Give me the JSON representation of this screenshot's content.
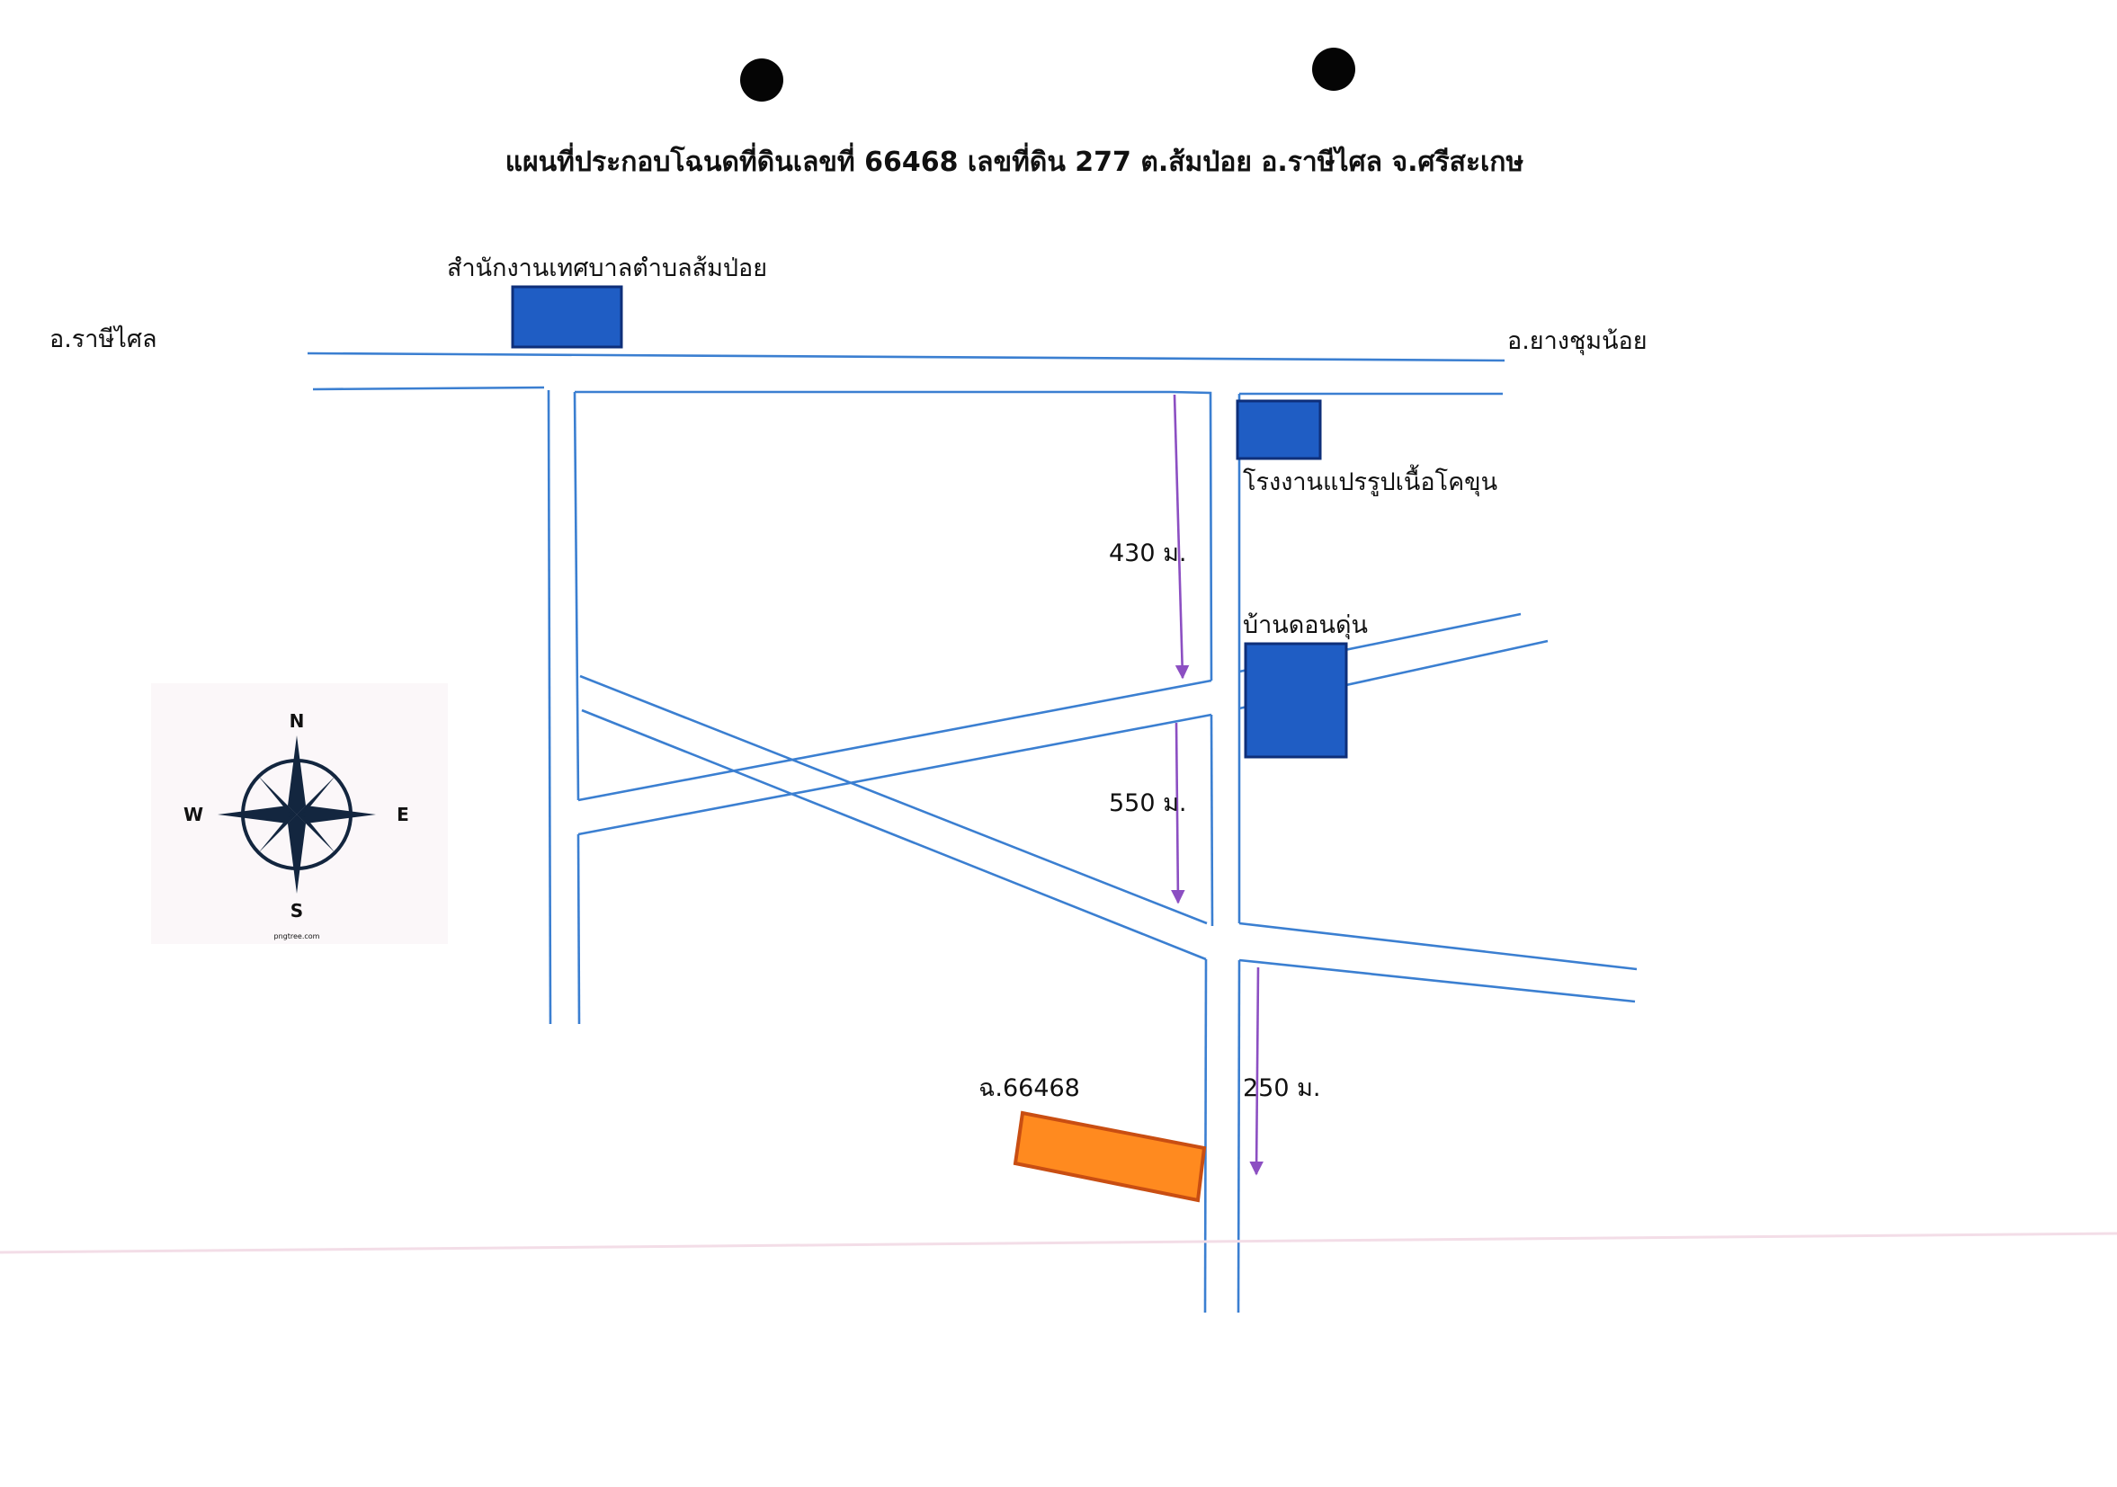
{
  "title": "แผนที่ประกอบโฉนดที่ดินเลขที่ 66468 เลขที่ดิน 277 ต.ส้มป่อย อ.ราษีไศล จ.ศรีสะเกษ",
  "directions": {
    "west": "อ.ราษีไศล",
    "east": "อ.ยางชุมน้อย"
  },
  "landmarks": {
    "office": "สำนักงานเทศบาลตำบลส้มป่อย",
    "factory": "โรงงานแปรรูปเนื้อโคขุน",
    "village": "บ้านดอนดุ่น"
  },
  "parcel": {
    "label": "ฉ.66468"
  },
  "distances": [
    {
      "label": "430 ม."
    },
    {
      "label": "550 ม."
    },
    {
      "label": "250 ม."
    }
  ],
  "compass": {
    "n": "N",
    "s": "S",
    "e": "E",
    "w": "W",
    "credit": "pngtree.com"
  },
  "colors": {
    "road": "#3b7fd1",
    "building_fill": "#1f5dc4",
    "building_stroke": "#0e2f7a",
    "parcel_fill": "#ff8a1f",
    "parcel_stroke": "#c94e12",
    "distance_arrow": "#8c4fc2",
    "compass": "#13263f"
  }
}
